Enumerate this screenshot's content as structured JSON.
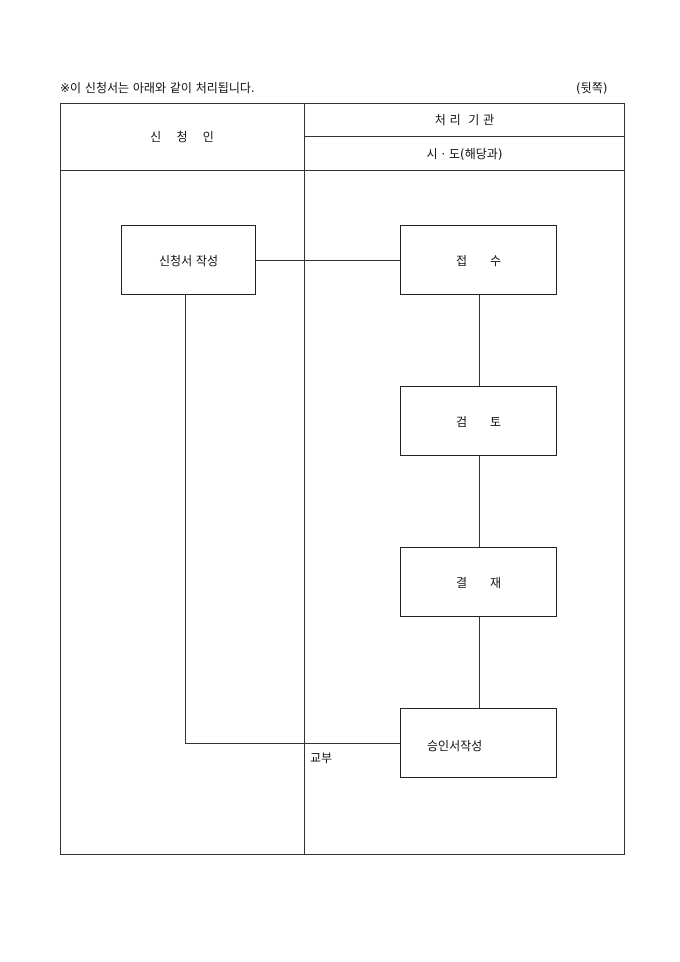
{
  "note": "※이 신청서는 아래와 같이 처리됩니다.",
  "page_side": "(뒷쪽)",
  "header": {
    "applicant": "신    청    인",
    "agency": "처 리  기 관",
    "agency_sub": "시 · 도(해당과)"
  },
  "steps": {
    "write_application": "신청서 작성",
    "receipt": "접      수",
    "review": "검      토",
    "approval": "결      재",
    "write_approval": "승인서작성"
  },
  "delivery_label": "교부"
}
